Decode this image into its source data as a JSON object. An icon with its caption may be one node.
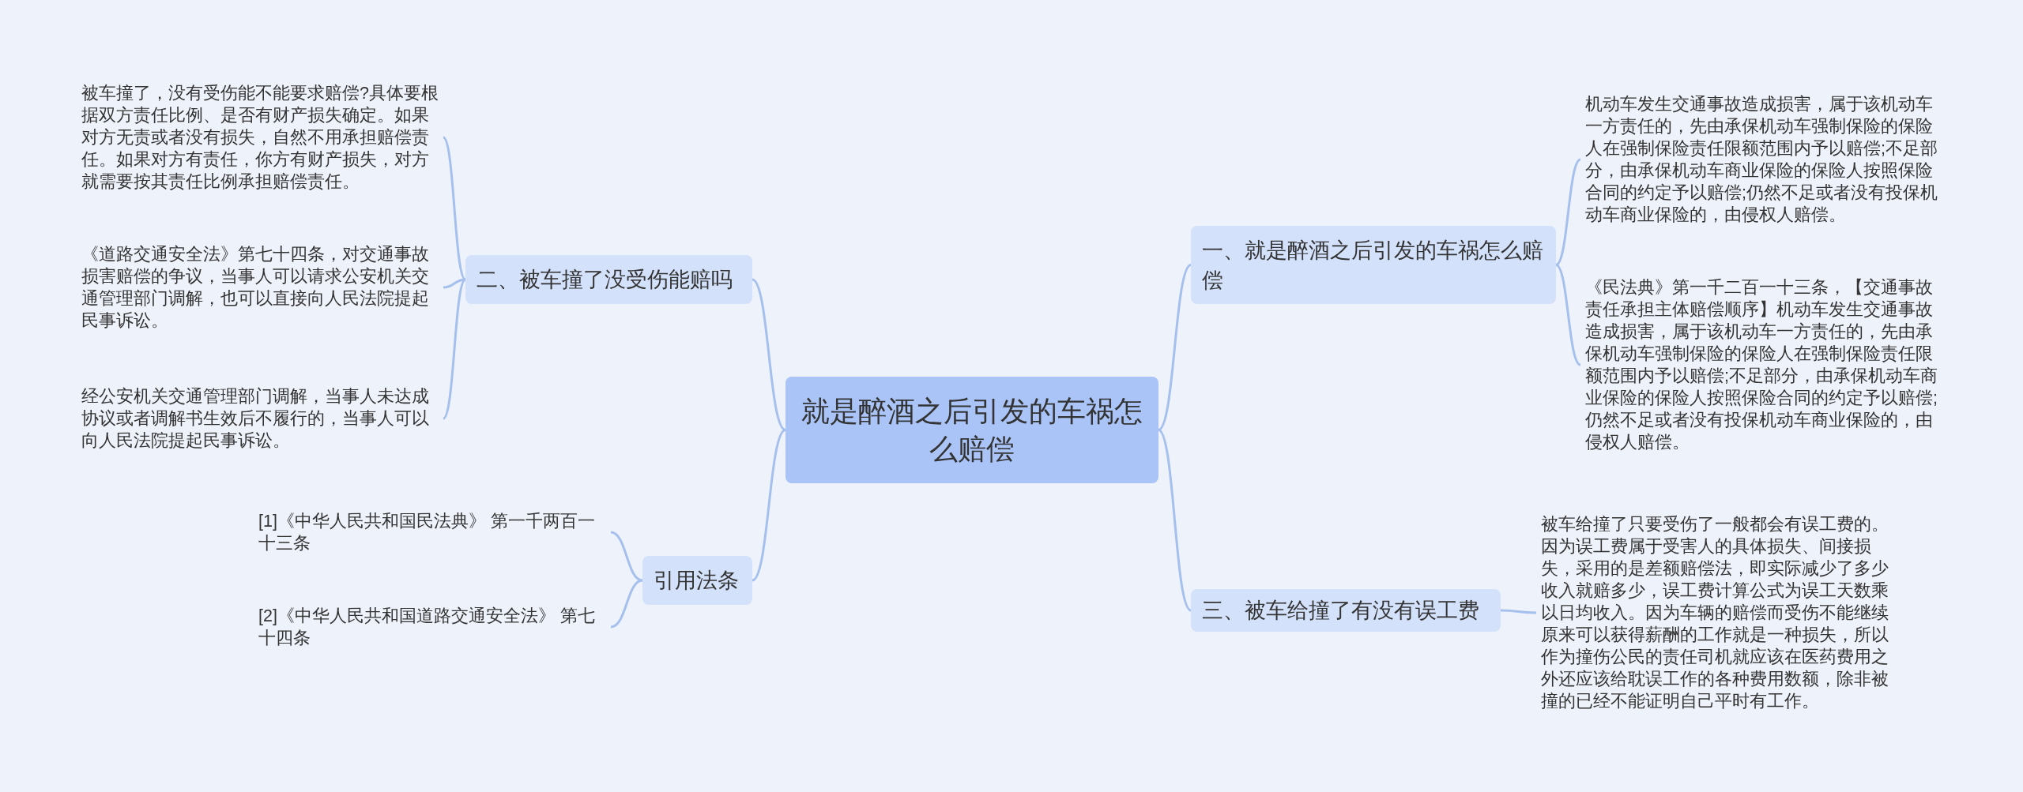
{
  "diagram": {
    "nodes": [
      {
        "text": [
          "就是醉酒之后引发的车祸怎么赔偿"
        ]
      },
      {
        "text": [
          "一、就是醉酒之后引发的车祸怎么赔偿"
        ]
      },
      {
        "text": [
          "机动车发生交通事故造成损害，属于该机动车一方责任的，先由承保机动车强制保险的保险人在强制保险责任限额范围内予以赔偿;不足部分，由承保机动车商业保险的保险人按照保险合同的约定予以赔偿;仍然不足或者没有投保机动车商业保险的，由侵权人赔偿。"
        ]
      },
      {
        "text": [
          "《民法典》第一千二百一十三条，【交通事故责任承担主体赔偿顺序】机动车发生交通事故造成损害，属于该机动车一方责任的，先由承保机动车强制保险的保险人在强制保险责任限额范围内予以赔偿;不足部分，由承保机动车商业保险的保险人按照保险合同的约定予以赔偿;仍然不足或者没有投保机动车商业保险的，由侵权人赔偿。"
        ]
      },
      {
        "text": [
          "三、被车给撞了有没有误工费"
        ]
      },
      {
        "text": [
          "被车给撞了只要受伤了一般都会有误工费的。因为误工费属于受害人的具体损失、间接损失，采用的是差额赔偿法，即实际减少了多少收入就赔多少，误工费计算公式为误工天数乘以日均收入。因为车辆的赔偿而受伤不能继续原来可以获得薪酬的工作就是一种损失，所以作为撞伤公民的责任司机就应该在医药费用之外还应该给耽误工作的各种费用数额，除非被撞的已经不能证明自己平时有工作。"
        ]
      },
      {
        "text": [
          "二、被车撞了没受伤能赔吗"
        ]
      },
      {
        "text": [
          "被车撞了，没有受伤能不能要求赔偿?具体要根据双方责任比例、是否有财产损失确定。如果对方无责或者没有损失，自然不用承担赔偿责任。如果对方有责任，你方有财产损失，对方就需要按其责任比例承担赔偿责任。"
        ]
      },
      {
        "text": [
          "《道路交通安全法》第七十四条，对交通事故损害赔偿的争议，当事人可以请求公安机关交通管理部门调解，也可以直接向人民法院提起民事诉讼。"
        ]
      },
      {
        "text": [
          "经公安机关交通管理部门调解，当事人未达成协议或者调解书生效后不履行的，当事人可以向人民法院提起民事诉讼。"
        ]
      },
      {
        "text": [
          "引用法条"
        ]
      },
      {
        "text": [
          "[1]《中华人民共和国民法典》 第一千两百一十三条"
        ]
      },
      {
        "text": [
          "[2]《中华人民共和国道路交通安全法》 第七十四条"
        ]
      }
    ],
    "edges": [
      {
        "from": 0,
        "to": 1,
        "arrow": "none"
      },
      {
        "from": 1,
        "to": 2,
        "arrow": "none"
      },
      {
        "from": 1,
        "to": 3,
        "arrow": "none"
      },
      {
        "from": 0,
        "to": 4,
        "arrow": "none"
      },
      {
        "from": 4,
        "to": 5,
        "arrow": "none"
      },
      {
        "from": 0,
        "to": 6,
        "arrow": "none"
      },
      {
        "from": 6,
        "to": 7,
        "arrow": "none"
      },
      {
        "from": 6,
        "to": 8,
        "arrow": "none"
      },
      {
        "from": 6,
        "to": 9,
        "arrow": "none"
      },
      {
        "from": 0,
        "to": 10,
        "arrow": "none"
      },
      {
        "from": 10,
        "to": 11,
        "arrow": "none"
      },
      {
        "from": 10,
        "to": 12,
        "arrow": "none"
      }
    ]
  }
}
